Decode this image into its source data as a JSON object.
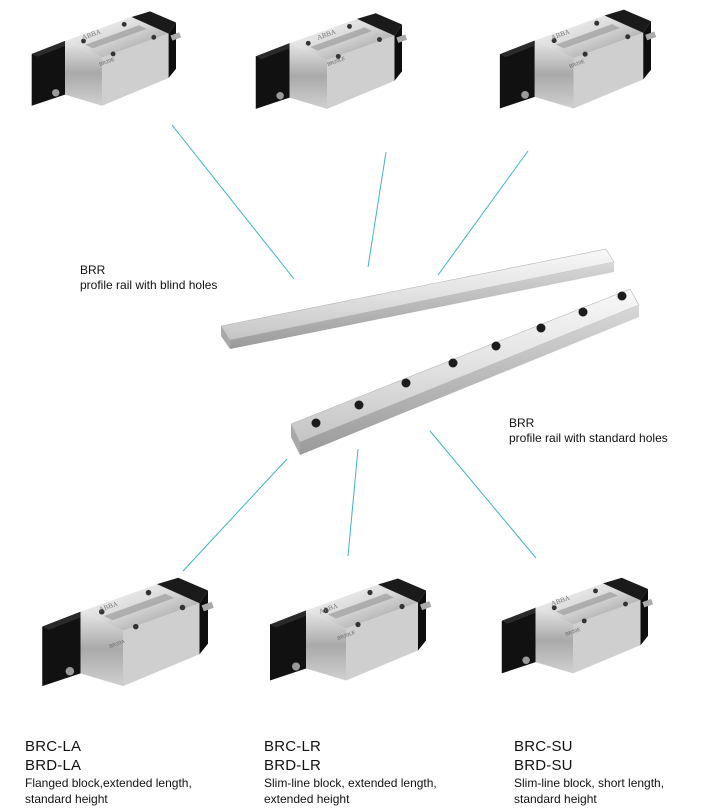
{
  "rails": {
    "blind": {
      "name": "BRR",
      "description": "profile rail with blind holes"
    },
    "standard": {
      "name": "BRR",
      "description": "profile rail with standard holes"
    }
  },
  "blocks": [
    {
      "brand": "ABBA",
      "engraving": "BR20E"
    },
    {
      "brand": "ABBA",
      "engraving": "BR20LE"
    },
    {
      "brand": "ABBA",
      "engraving": "BR20E"
    },
    {
      "brand": "ABBA",
      "engraving": "BR20A"
    },
    {
      "brand": "ABBA",
      "engraving": "BR20LE"
    },
    {
      "brand": "ABBA",
      "engraving": "BR20E"
    }
  ],
  "captions": [
    {
      "code1": "BRC-LA",
      "code2": "BRD-LA",
      "line1": "Flanged block,extended length,",
      "line2": "standard height"
    },
    {
      "code1": "BRC-LR",
      "code2": "BRD-LR",
      "line1": "Slim-line block, extended length,",
      "line2": "extended height"
    },
    {
      "code1": "BRC-SU",
      "code2": "BRD-SU",
      "line1": "Slim-line block, short length,",
      "line2": "standard height"
    }
  ],
  "colors": {
    "connector": "#3fb3c8",
    "steel_light": "#f2f2f2",
    "steel_dark": "#8a8a8a",
    "seal": "#151515"
  }
}
